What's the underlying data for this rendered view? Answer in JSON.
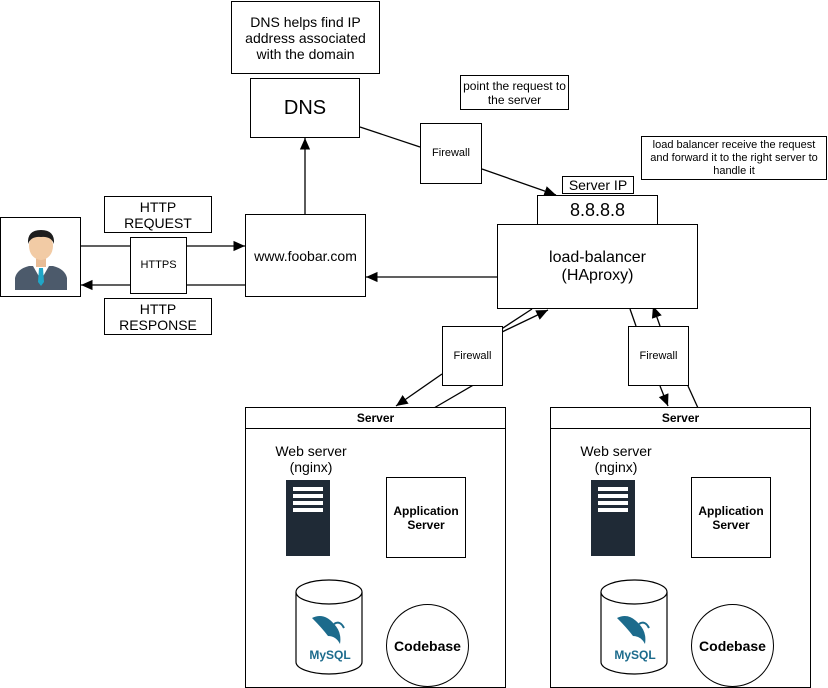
{
  "notes": {
    "dns_note": "DNS helps find IP address associated with the domain",
    "request_note": "point the request to the server",
    "lb_note": "load balancer receive the request and forward it to the right server to handle it"
  },
  "nodes": {
    "dns": "DNS",
    "domain": "www.foobar.com",
    "server_ip_label": "Server IP",
    "server_ip": "8.8.8.8",
    "load_balancer": "load-balancer\n(HAproxy)",
    "https": "HTTPS",
    "http_request": "HTTP\nREQUEST",
    "http_response": "HTTP\nRESPONSE"
  },
  "firewalls": [
    "Firewall",
    "Firewall",
    "Firewall"
  ],
  "servers": [
    {
      "title": "Server",
      "web_server": "Web server\n(nginx)",
      "app_server": "Application\nServer",
      "codebase": "Codebase",
      "db_logo": "MySQL"
    },
    {
      "title": "Server",
      "web_server": "Web server\n(nginx)",
      "app_server": "Application\nServer",
      "codebase": "Codebase",
      "db_logo": "MySQL"
    }
  ]
}
